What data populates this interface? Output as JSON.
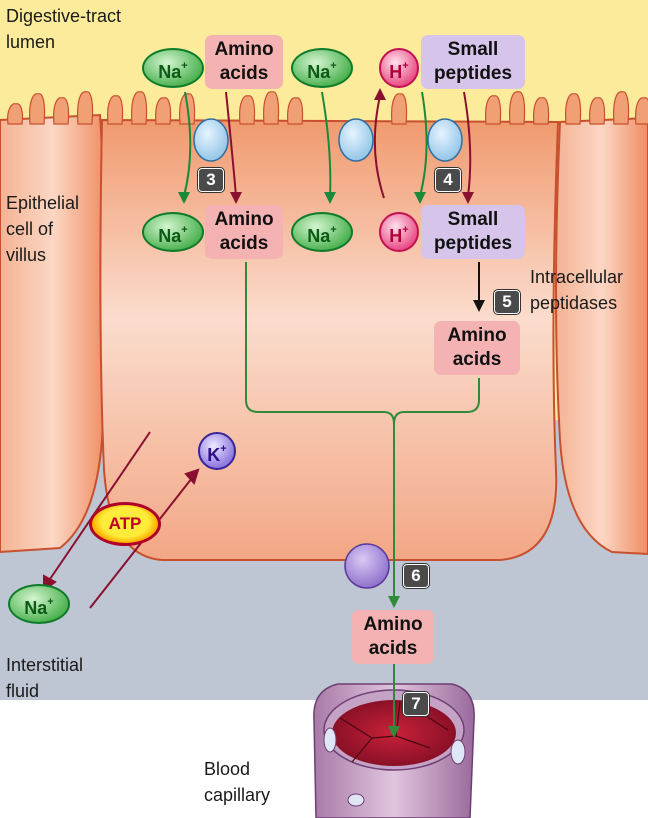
{
  "labels": {
    "lumen": "Digestive-tract\nlumen",
    "epithelial": "Epithelial\ncell of\nvillus",
    "intracellular": "Intracellular\npeptidases",
    "interstitial": "Interstitial\nfluid",
    "blood": "Blood\ncapillary"
  },
  "ions": {
    "na": "Na",
    "h": "H",
    "k": "K",
    "plus": "+"
  },
  "molecules": {
    "amino_acids": "Amino\nacids",
    "small_peptides": "Small\npeptides"
  },
  "atp": "ATP",
  "steps": [
    "3",
    "4",
    "5",
    "6",
    "7"
  ],
  "colors": {
    "lumen": "#fbeb9a",
    "cell": "#f3a27a",
    "interstitial": "#bec6d3",
    "na_arrow": "#1a8a3a",
    "amino_arrow": "#8a1030",
    "peptide_arrow": "#111111",
    "flow_line": "#2f8a3a"
  }
}
